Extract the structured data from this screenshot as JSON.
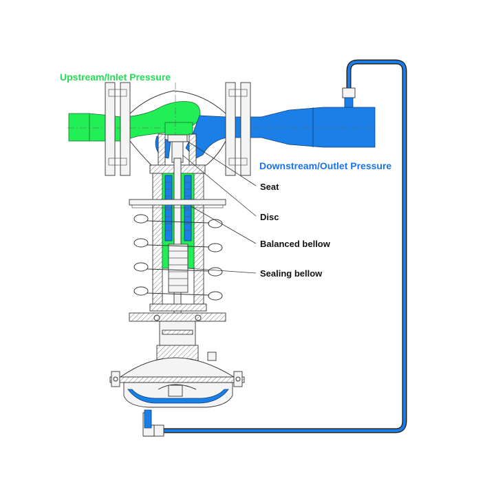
{
  "diagram": {
    "labels": {
      "upstream": "Upstream/Inlet Pressure",
      "downstream": "Downstream/Outlet Pressure",
      "seat": "Seat",
      "disc": "Disc",
      "balanced_bellow": "Balanced bellow",
      "sealing_bellow": "Sealing bellow"
    },
    "colors": {
      "upstream": "#22ee55",
      "downstream": "#1a7fe6",
      "upstream_text": "#22dd55",
      "downstream_text": "#1a73e8"
    }
  }
}
